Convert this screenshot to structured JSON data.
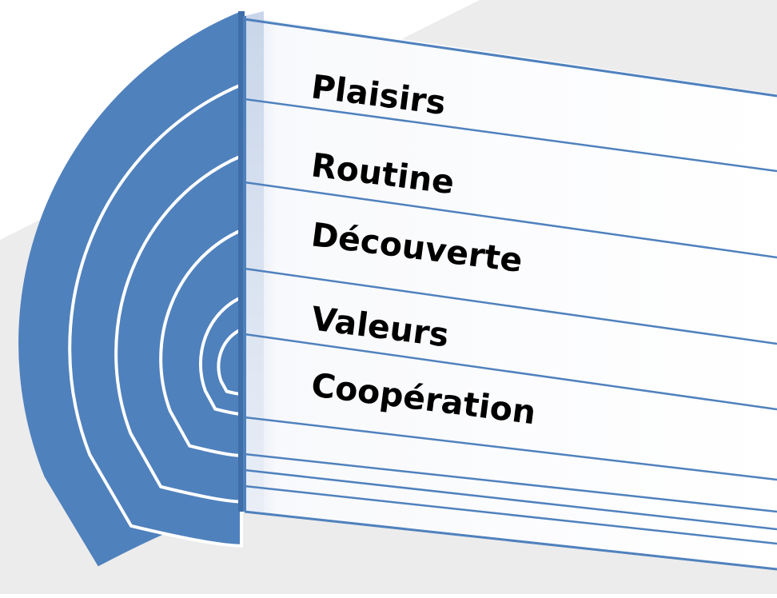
{
  "diagram": {
    "colors": {
      "accent": "#4f81bd",
      "background_shape": "#ececec",
      "panel_fill": "#ffffff",
      "label_text": "#000000"
    },
    "layers": [
      {
        "label": "Plaisirs"
      },
      {
        "label": "Routine"
      },
      {
        "label": "Découverte"
      },
      {
        "label": "Valeurs"
      },
      {
        "label": "Coopération"
      }
    ]
  }
}
